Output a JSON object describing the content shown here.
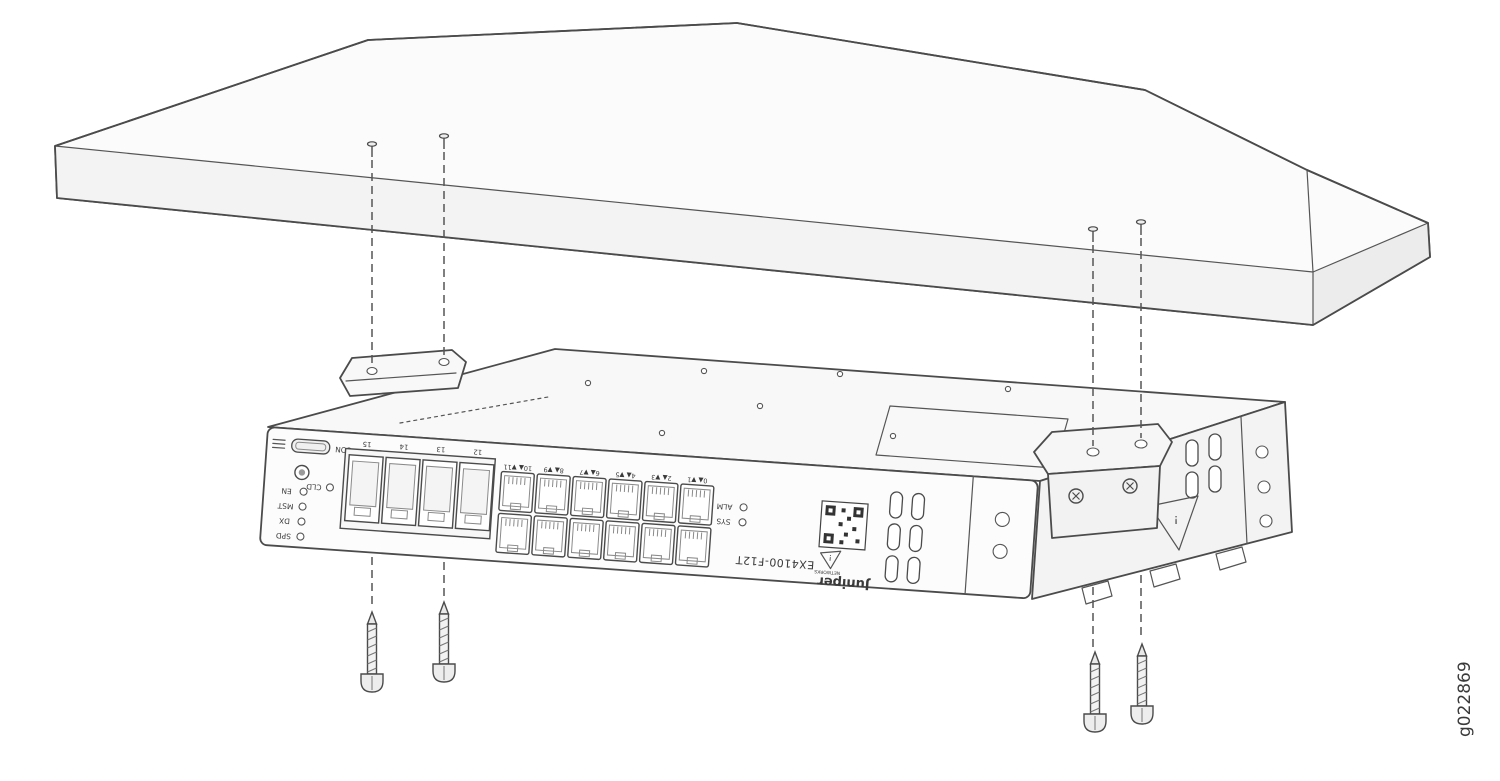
{
  "figure": {
    "code": "g022869"
  },
  "device": {
    "model": "EX4100-F12T",
    "brand": "Juniper",
    "brand_tagline": "NETWORKS",
    "panel": {
      "console_label": "CON",
      "cloud_led": "CLD",
      "mode_leds": [
        "EN",
        "MST",
        "DX",
        "SPD"
      ],
      "status_leds": [
        "ALM",
        "SYS"
      ],
      "uplink_ports": [
        "12",
        "13",
        "14",
        "15"
      ],
      "port_pairs": [
        "0▲ ▼1",
        "2▲ ▼3",
        "4▲ ▼5",
        "6▲ ▼7",
        "8▲ ▼9",
        "10▲ ▼11"
      ],
      "warning_mark": "!"
    }
  }
}
